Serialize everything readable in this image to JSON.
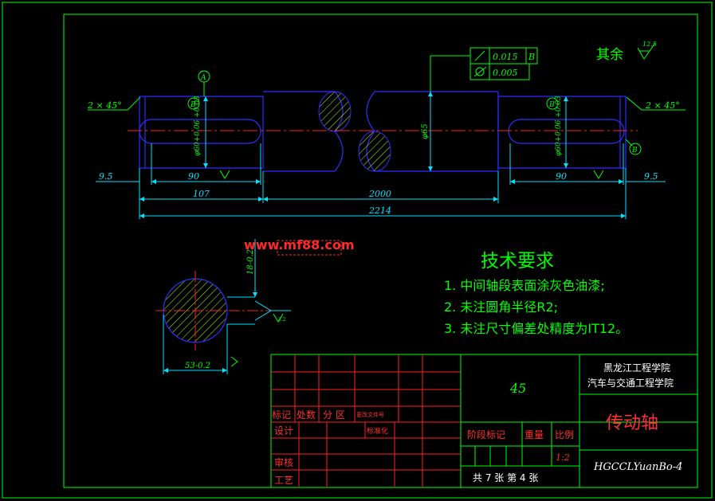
{
  "colors": {
    "background": "#000000",
    "frame": "#00ff00",
    "outline": "#2d2dff",
    "dimension": "#00e5ff",
    "centerline": "#ff2020",
    "hatch": "#b8ff00",
    "title_text": "#ff3030",
    "annotation": "#00ff00",
    "watermark": "#ff2a2a"
  },
  "annotations": {
    "surface_rest": "其余",
    "roughness_value": "12.5",
    "roughness_small": "3.2",
    "chamfer_left": "2 × 45°",
    "chamfer_right": "2 × 45°",
    "datum_a": "A",
    "datum_b": "B",
    "runout_tol": "0.015",
    "runout_datum": "B",
    "cyl_tol": "0.005",
    "dia_left": "φ60+0.06 +0.03",
    "dia_mid": "φ65",
    "dia_right": "φ60+0.06 +0.03",
    "keyway_depth": "18-0.2",
    "key_width": "53-0.2"
  },
  "dimensions": {
    "left_offset": "9.5",
    "left_key": "90",
    "left_journal": "107",
    "middle": "2000",
    "total": "2214",
    "right_key": "90",
    "right_offset": "9.5"
  },
  "watermark": "www.mf88.com",
  "requirements": {
    "title": "技术要求",
    "items": [
      "1. 中间轴段表面涂灰色油漆;",
      "2. 未注圆角半径R2;",
      "3. 未注尺寸偏差处精度为IT12。"
    ]
  },
  "title_block": {
    "material": "45",
    "school": "黑龙江工程学院",
    "college": "汽车与交通工程学院",
    "part_name": "传动轴",
    "drawing_no": "HGCCLYuanBo-4",
    "row_mark": "标记",
    "row_count": "处数",
    "row_zone": "分 区",
    "row_doc": "更改文件号",
    "design": "设计",
    "standard": "标准化",
    "review": "审核",
    "process": "工艺",
    "stage_mark": "阶段标记",
    "weight": "重量",
    "scale_label": "比例",
    "scale_value": "1:2",
    "sheets": "共 7 张   第 4 张"
  }
}
